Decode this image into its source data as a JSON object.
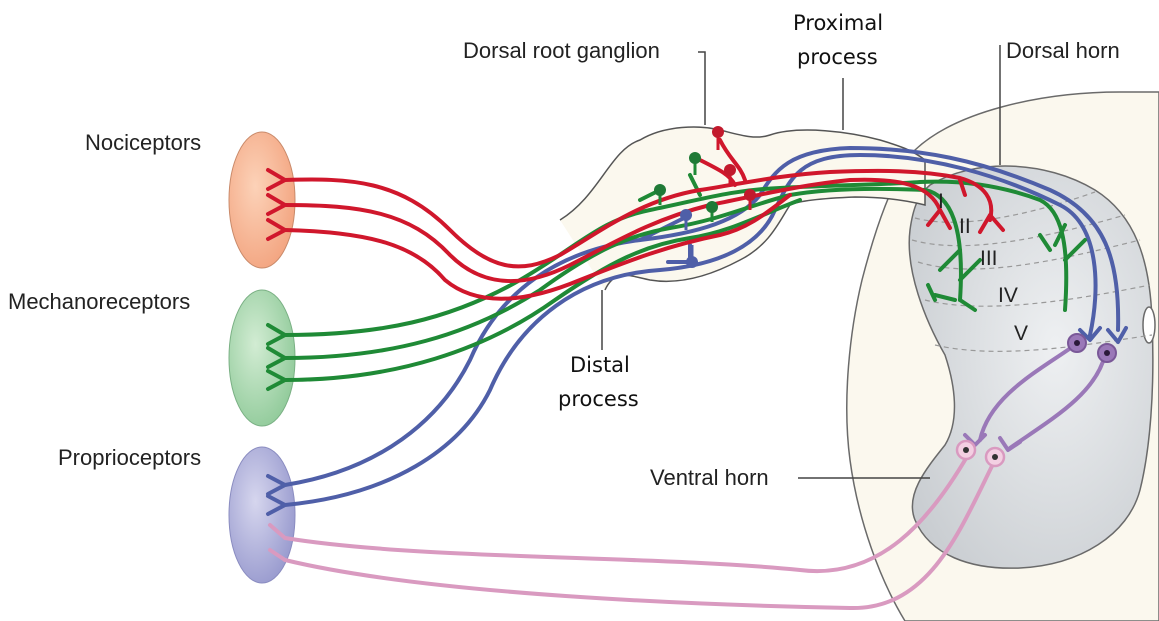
{
  "labels": {
    "nociceptors": "Nociceptors",
    "mechanoreceptors": "Mechanoreceptors",
    "proprioceptors": "Proprioceptors",
    "dorsal_root_ganglion": "Dorsal root ganglion",
    "proximal_process_1": "Proximal",
    "proximal_process_2": "process",
    "dorsal_horn": "Dorsal horn",
    "distal_process_1": "Distal",
    "distal_process_2": "process",
    "ventral_horn": "Ventral horn"
  },
  "laminae": [
    "I",
    "II",
    "III",
    "IV",
    "V"
  ],
  "colors": {
    "nociceptor_fiber": "#d0172c",
    "mechanoreceptor_fiber": "#1f8a36",
    "proprioceptor_fiber": "#4f5fa8",
    "motor_fiber": "#d99ac0",
    "interneuron": "#9a78b8",
    "nociceptor_receptor": "#f6b28e",
    "mechanoreceptor_receptor": "#9fd3a6",
    "proprioceptor_receptor": "#a9abd6",
    "grey_matter": "#d9dcdf",
    "spinal_cord": "#fbf8ee"
  }
}
